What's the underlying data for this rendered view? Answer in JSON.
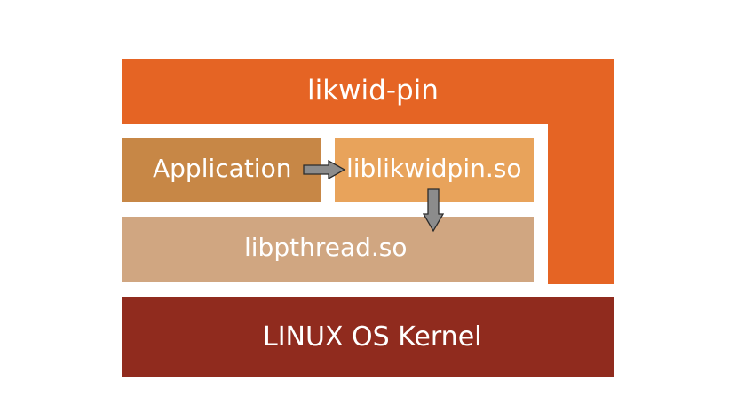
{
  "diagram": {
    "likwid_pin": {
      "label": "likwid-pin",
      "color": "#e56424"
    },
    "application": {
      "label": "Application",
      "color": "#c78746"
    },
    "liblikwidpin": {
      "label": "liblikwidpin.so",
      "color": "#e8a35b"
    },
    "libpthread": {
      "label": "libpthread.so",
      "color": "#d0a681"
    },
    "kernel": {
      "label": "LINUX OS Kernel",
      "color": "#902b1e"
    },
    "arrow_color": "#8c8c8c"
  }
}
